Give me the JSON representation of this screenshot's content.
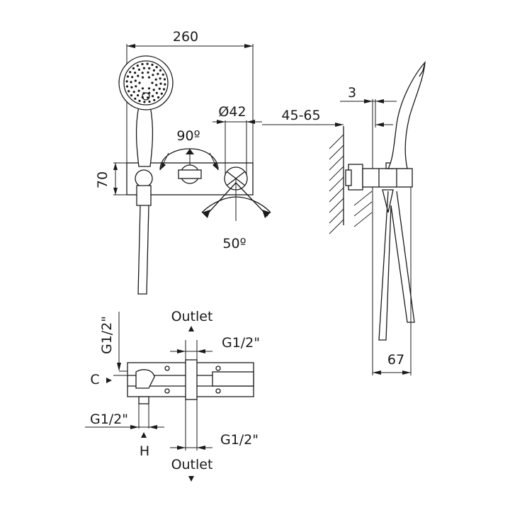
{
  "front_view": {
    "dim_width": "260",
    "dim_diameter": "Ø42",
    "dim_height": "70",
    "angle_handle": "90º",
    "angle_diverter": "50º"
  },
  "side_view": {
    "dim_offset": "3",
    "dim_wall": "45-65",
    "dim_depth": "67"
  },
  "bottom_view": {
    "outlet_top": "Outlet",
    "outlet_bottom": "Outlet",
    "thread_left_top": "G1/2\"",
    "thread_top": "G1/2\"",
    "thread_left_bottom": "G1/2\"",
    "thread_bottom": "G1/2\"",
    "label_c": "C",
    "label_h": "H"
  }
}
